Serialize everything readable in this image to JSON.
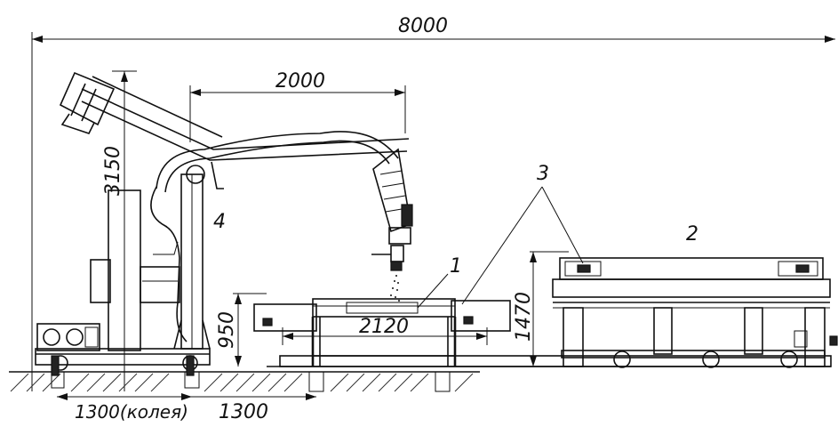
{
  "dimensions": {
    "overall_length": "8000",
    "boom_reach": "2000",
    "machine_height": "3150",
    "table_height": "950",
    "cart_height": "1470",
    "table_length": "2120",
    "gauge_left": "1300(колея)",
    "gauge_right": "1300"
  },
  "callouts": {
    "table": "1",
    "transfer_cart": "2",
    "supports": "3",
    "column": "4"
  }
}
